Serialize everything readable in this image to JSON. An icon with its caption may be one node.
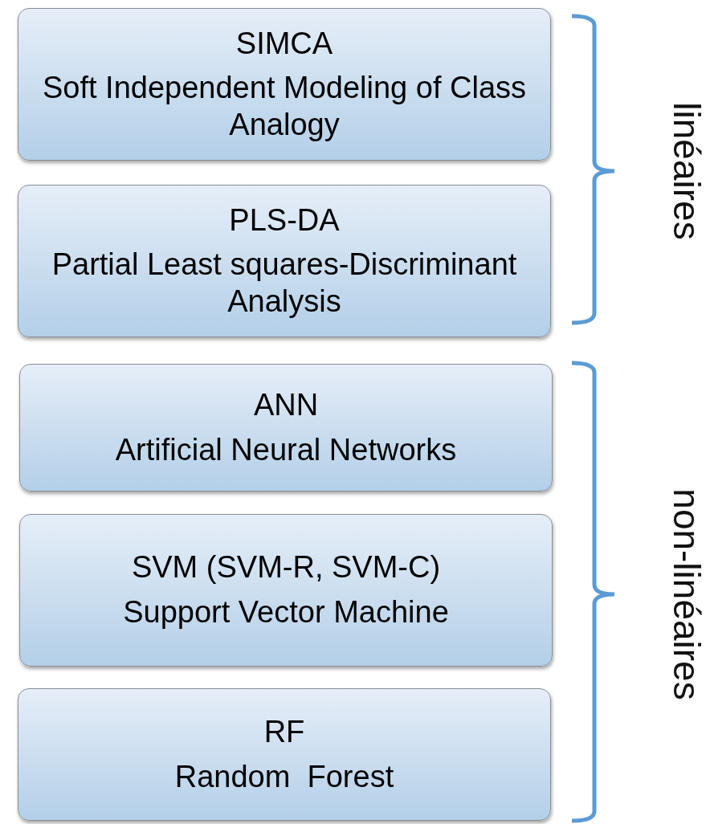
{
  "diagram": {
    "nodes": [
      {
        "text": [
          "SIMCA",
          "Soft Independent Modeling of Class Analogy"
        ]
      },
      {
        "text": [
          "PLS-DA",
          "Partial Least squares-Discriminant Analysis"
        ]
      },
      {
        "text": [
          "ANN",
          "Artificial Neural Networks"
        ]
      },
      {
        "text": [
          "SVM (SVM-R, SVM-C)",
          "Support Vector Machine"
        ]
      },
      {
        "text": [
          "RF",
          "Random  Forest"
        ]
      }
    ],
    "labels": [
      "linéaires",
      "non-linéaires"
    ]
  }
}
